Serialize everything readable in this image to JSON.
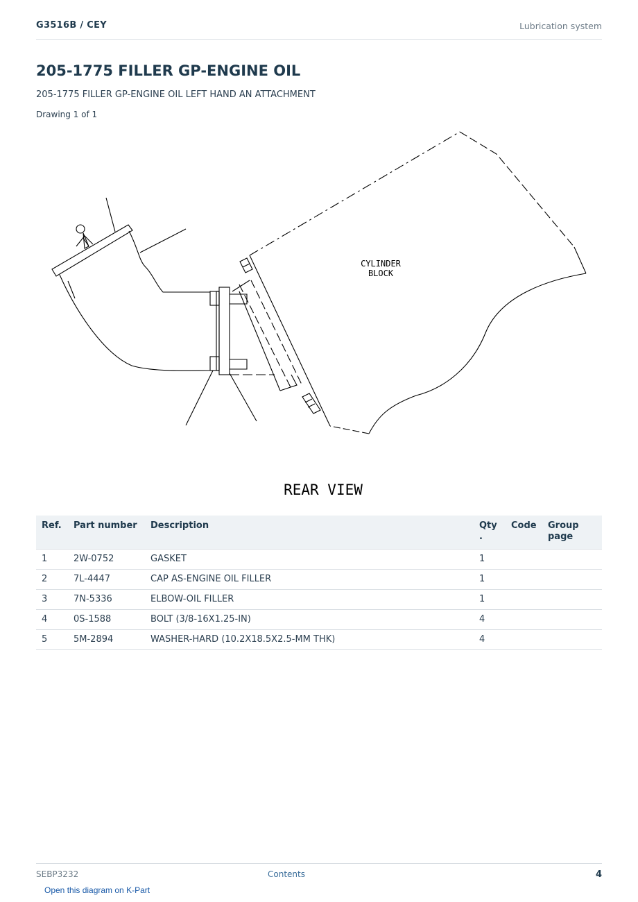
{
  "header": {
    "model": "G3516B  /  CEY",
    "section": "Lubrication system"
  },
  "title": "205-1775 FILLER GP-ENGINE OIL",
  "subtitle": "205-1775 FILLER GP-ENGINE OIL LEFT HAND AN ATTACHMENT",
  "drawing_count": "Drawing 1 of 1",
  "diagram": {
    "block_label_line1": "CYLINDER",
    "block_label_line2": "BLOCK",
    "view_label": "REAR VIEW"
  },
  "table": {
    "headers": {
      "ref": "Ref.",
      "part_number": "Part number",
      "description": "Description",
      "qty_line1": "Qty",
      "qty_line2": ".",
      "code": "Code",
      "group_line1": "Group",
      "group_line2": "page"
    },
    "rows": [
      {
        "ref": "1",
        "part_number": "2W-0752",
        "description": "GASKET",
        "qty": "1",
        "code": "",
        "group_page": ""
      },
      {
        "ref": "2",
        "part_number": "7L-4447",
        "description": "CAP AS-ENGINE OIL FILLER",
        "qty": "1",
        "code": "",
        "group_page": ""
      },
      {
        "ref": "3",
        "part_number": "7N-5336",
        "description": "ELBOW-OIL FILLER",
        "qty": "1",
        "code": "",
        "group_page": ""
      },
      {
        "ref": "4",
        "part_number": "0S-1588",
        "description": "BOLT (3/8-16X1.25-IN)",
        "qty": "4",
        "code": "",
        "group_page": ""
      },
      {
        "ref": "5",
        "part_number": "5M-2894",
        "description": "WASHER-HARD (10.2X18.5X2.5-MM THK)",
        "qty": "4",
        "code": "",
        "group_page": ""
      }
    ]
  },
  "footer": {
    "doc_id": "SEBP3232",
    "contents_link": "Contents",
    "page_number": "4",
    "kpart_link": "Open this diagram on K-Part"
  }
}
